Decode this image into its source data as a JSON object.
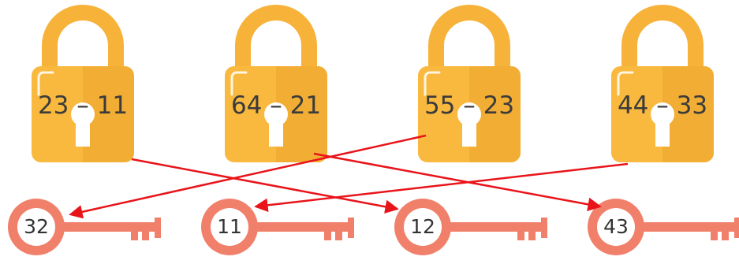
{
  "locks": [
    {
      "expression": "23 – 11"
    },
    {
      "expression": "64 – 21"
    },
    {
      "expression": "55 – 23"
    },
    {
      "expression": "44 – 33"
    }
  ],
  "keys": [
    {
      "number": "32"
    },
    {
      "number": "11"
    },
    {
      "number": "12"
    },
    {
      "number": "43"
    }
  ],
  "connections": [
    {
      "lock": 0,
      "key": 2
    },
    {
      "lock": 1,
      "key": 3
    },
    {
      "lock": 2,
      "key": 0
    },
    {
      "lock": 3,
      "key": 1
    }
  ],
  "colors": {
    "lock_body": "#f9b93e",
    "lock_body_shade": "#eda52c",
    "lock_shackle": "#f7b23a",
    "keyhole": "#ffffff",
    "key": "#f1806b",
    "arrow": "#e8141a",
    "text": "#3b3b3b"
  }
}
